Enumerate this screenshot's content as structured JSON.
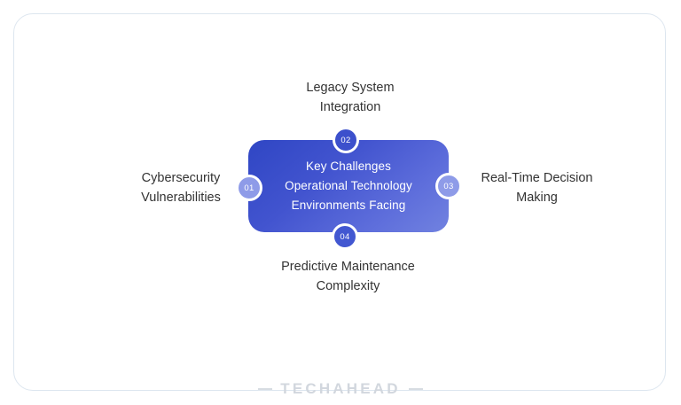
{
  "frame": {
    "border_color": "#dde6ef",
    "background": "#ffffff"
  },
  "diagram": {
    "type": "central-hub-with-four-nodes",
    "center_card": {
      "lines": [
        "Key Challenges",
        "Operational Technology",
        "Environments Facing"
      ],
      "gradient_from": "#2f46c4",
      "gradient_to": "#7182e0",
      "text_color": "#ffffff"
    },
    "badges": [
      {
        "number": "01",
        "position": "left",
        "color": "#8e9be8"
      },
      {
        "number": "02",
        "position": "top",
        "color": "#3c50cc"
      },
      {
        "number": "03",
        "position": "right",
        "color": "#8e9be8"
      },
      {
        "number": "04",
        "position": "bottom",
        "color": "#4257d1"
      }
    ],
    "nodes": [
      {
        "badge": "02",
        "position": "top",
        "lines": [
          "Legacy System",
          "Integration"
        ]
      },
      {
        "badge": "01",
        "position": "left",
        "lines": [
          "Cybersecurity",
          "Vulnerabilities"
        ]
      },
      {
        "badge": "03",
        "position": "right",
        "lines": [
          "Real-Time Decision",
          "Making"
        ]
      },
      {
        "badge": "04",
        "position": "bottom",
        "lines": [
          "Predictive Maintenance",
          "Complexity"
        ]
      }
    ],
    "label_color": "#333333"
  },
  "footer": {
    "brand": "TECHAHEAD",
    "brand_color": "#d2d7de",
    "dash_color": "#d7dce2"
  }
}
